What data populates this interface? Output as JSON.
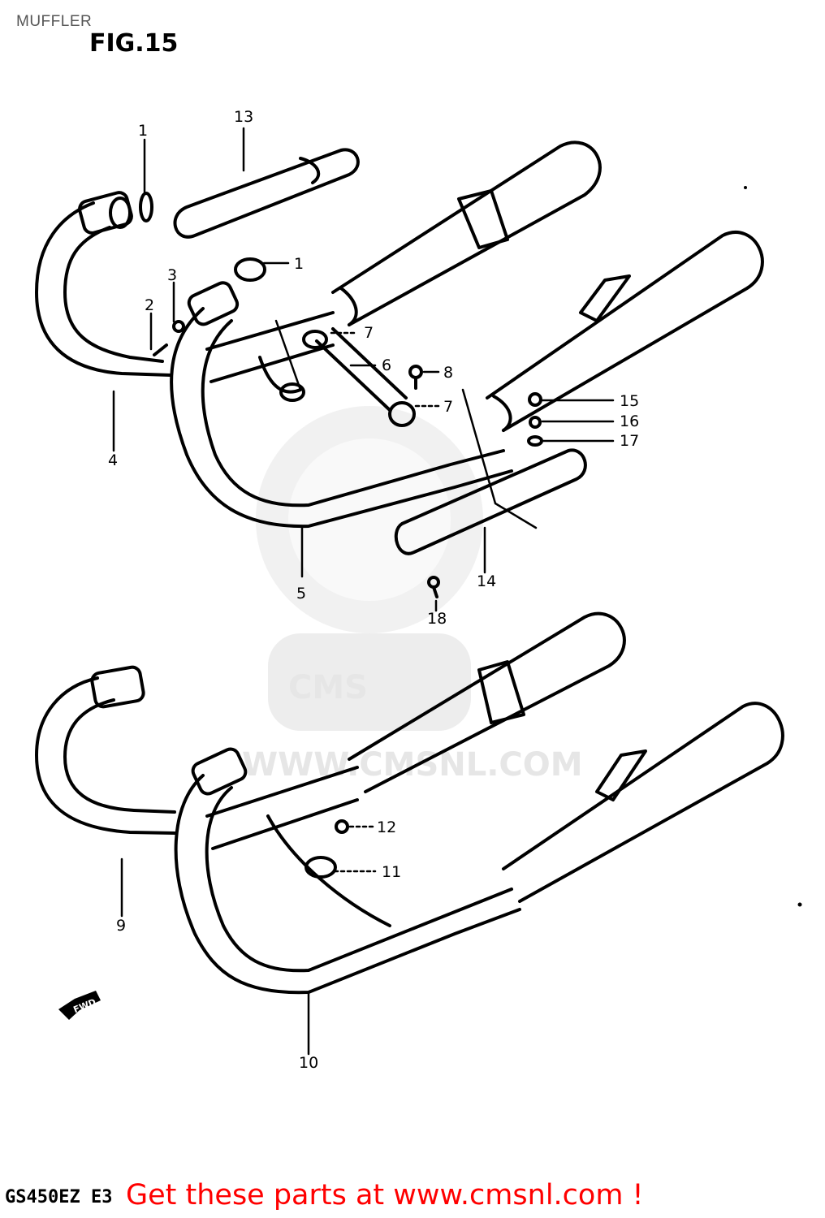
{
  "header": {
    "page_title": "MUFFLER",
    "figure_title": "FIG.15"
  },
  "footer": {
    "model_code": "GS450EZ E3",
    "cta": "Get these parts at www.cmsnl.com !"
  },
  "watermark": {
    "logo_letters": "CMS",
    "url": "WWW.CMSNL.COM"
  },
  "direction_marker": "FWD",
  "callouts": [
    {
      "number": "1"
    },
    {
      "number": "13"
    },
    {
      "number": "1"
    },
    {
      "number": "3"
    },
    {
      "number": "2"
    },
    {
      "number": "7"
    },
    {
      "number": "6"
    },
    {
      "number": "8"
    },
    {
      "number": "7"
    },
    {
      "number": "15"
    },
    {
      "number": "16"
    },
    {
      "number": "17"
    },
    {
      "number": "4"
    },
    {
      "number": "5"
    },
    {
      "number": "14"
    },
    {
      "number": "18"
    },
    {
      "number": "12"
    },
    {
      "number": "11"
    },
    {
      "number": "9"
    },
    {
      "number": "10"
    }
  ],
  "colors": {
    "cta": "#ff0000",
    "line_art": "#000000",
    "watermark": "#e6e6e6"
  }
}
